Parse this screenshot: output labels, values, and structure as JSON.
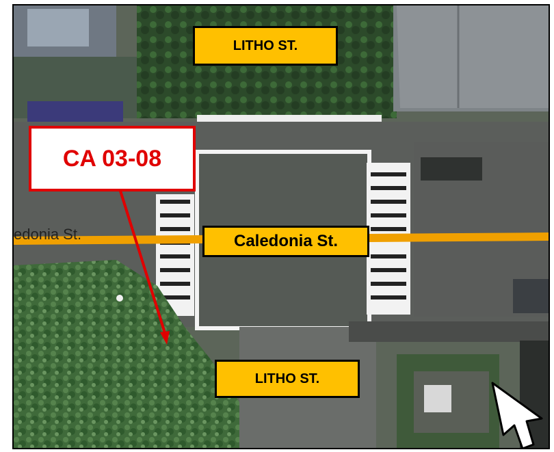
{
  "map": {
    "callout_label": "CA 03-08",
    "street_labels": {
      "top": "LITHO ST.",
      "bottom": "LITHO ST.",
      "center": "Caledonia St.",
      "left_partial": "edonia St."
    },
    "colors": {
      "label_fill": "#ffc000",
      "callout_border": "#e00000",
      "street_line": "#f0a000",
      "pointer_arrow": "#e00000"
    },
    "icons": [
      "north-arrow-icon"
    ]
  }
}
